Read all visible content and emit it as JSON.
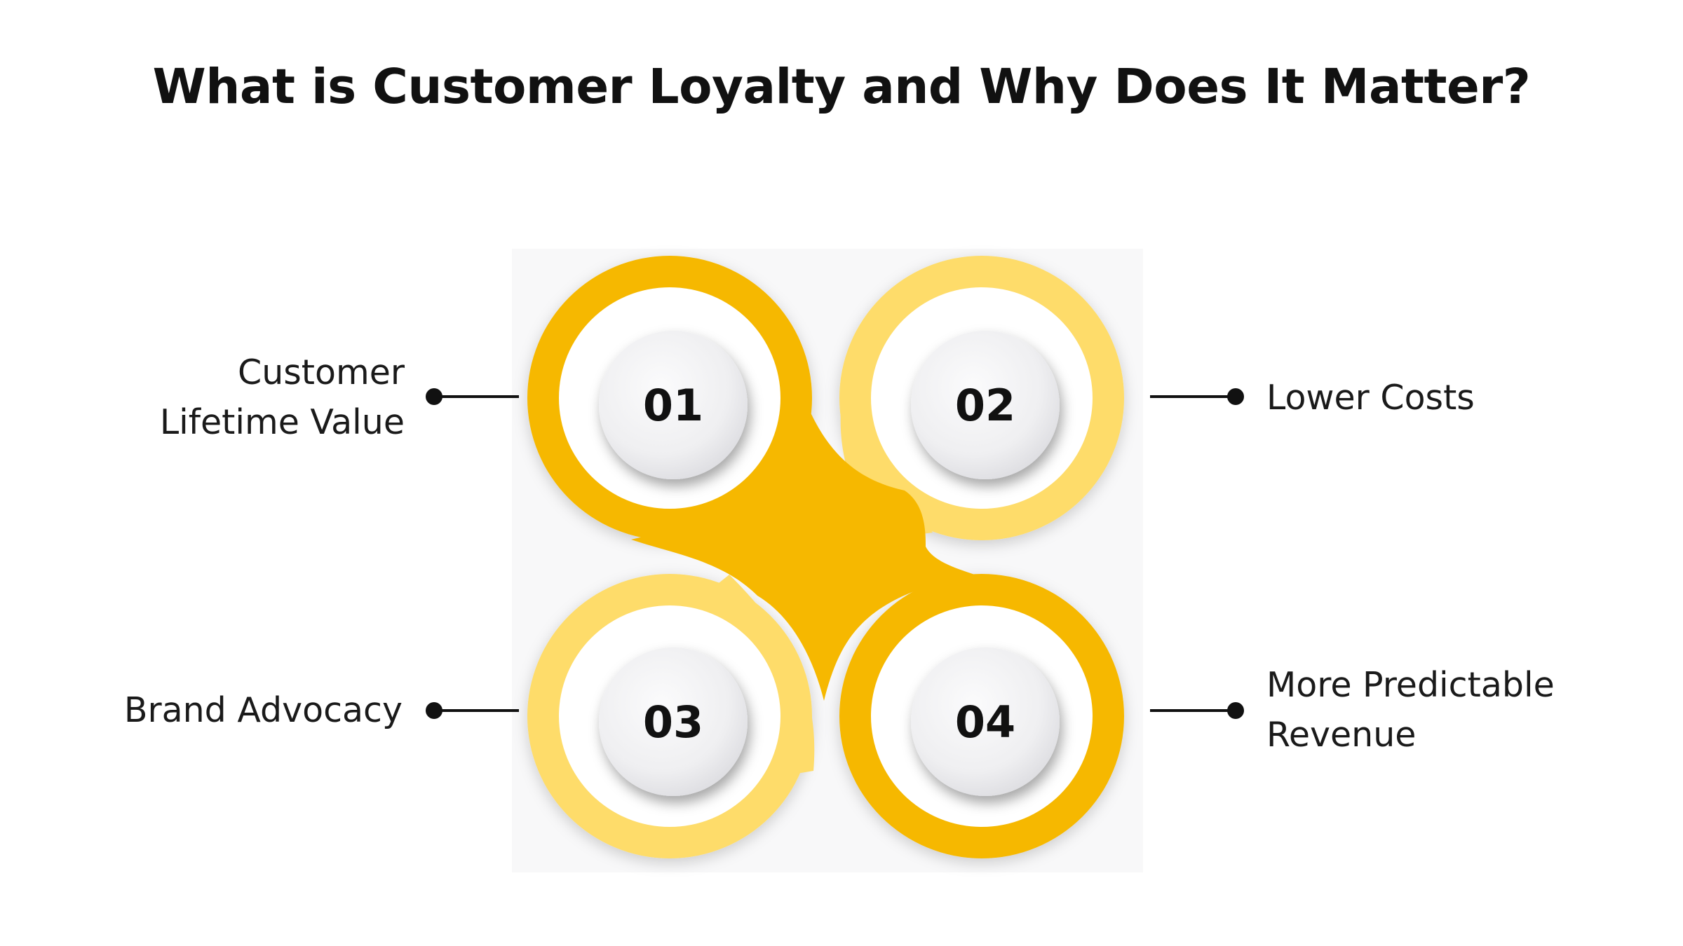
{
  "title": "What is Customer Loyalty and Why Does It Matter?",
  "colors": {
    "dark_gold": "#F6B800",
    "light_gold": "#FEDC6A",
    "disc": "#F3F3F5",
    "text": "#111111"
  },
  "items": [
    {
      "number": "01",
      "label_lines": [
        "Customer",
        "Lifetime Value"
      ],
      "ring_color": "dark_gold"
    },
    {
      "number": "02",
      "label_lines": [
        "Lower Costs"
      ],
      "ring_color": "light_gold"
    },
    {
      "number": "03",
      "label_lines": [
        "Brand Advocacy"
      ],
      "ring_color": "light_gold"
    },
    {
      "number": "04",
      "label_lines": [
        "More Predictable",
        "Revenue"
      ],
      "ring_color": "dark_gold"
    }
  ]
}
